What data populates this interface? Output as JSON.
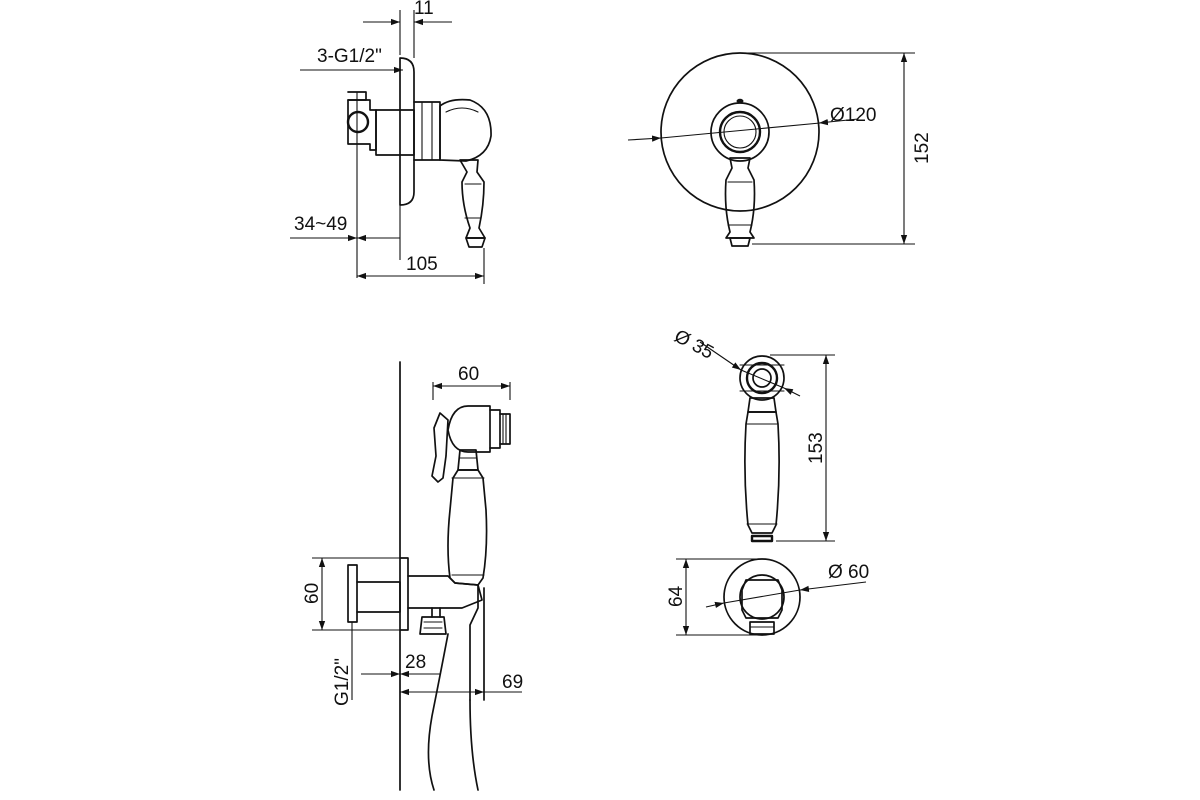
{
  "views": {
    "mixer_side": {
      "dim_top": "11",
      "dim_thread": "3-G1/2\"",
      "dim_depth": "34~49",
      "dim_length": "105"
    },
    "mixer_front": {
      "dim_diameter": "Ø120",
      "dim_height": "152"
    },
    "holder_side": {
      "dim_width": "60",
      "dim_height": "60",
      "dim_thread": "G1/2\"",
      "dim_offset_a": "28",
      "dim_offset_b": "69"
    },
    "shower_front": {
      "dim_diameter": "Ø 35",
      "dim_length": "153"
    },
    "holder_front": {
      "dim_height": "64",
      "dim_diameter": "Ø 60"
    }
  }
}
